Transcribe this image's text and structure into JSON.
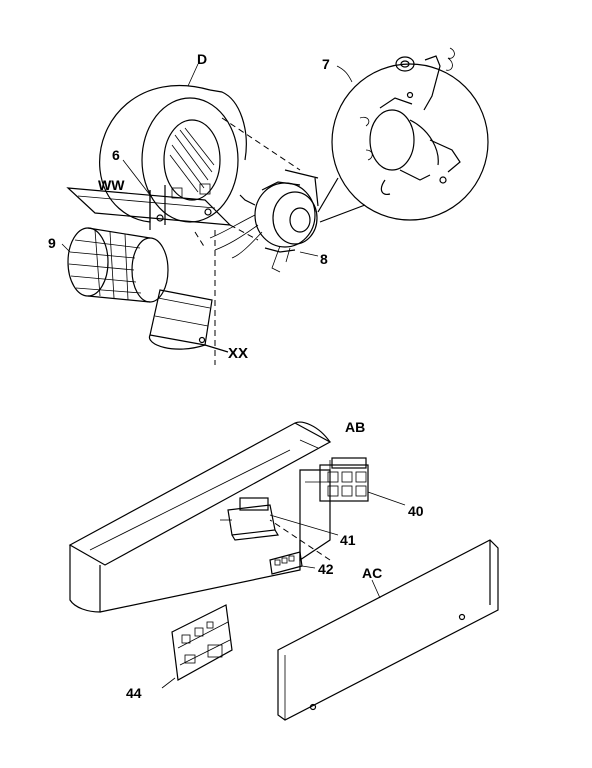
{
  "callouts": {
    "D": "D",
    "part_7": "7",
    "part_6": "6",
    "WW": "WW",
    "part_9": "9",
    "part_8": "8",
    "XX": "XX",
    "AB": "AB",
    "part_40": "40",
    "part_41": "41",
    "part_42": "42",
    "AC": "AC",
    "part_44": "44"
  }
}
